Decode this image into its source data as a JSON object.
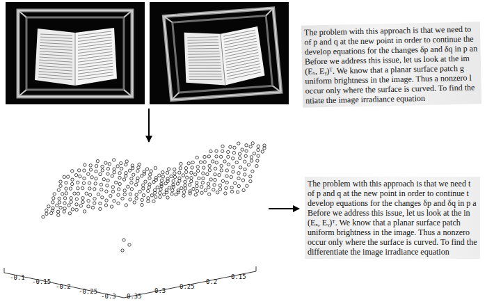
{
  "diagram": {
    "labels": [
      "-0.1",
      "-0.15",
      "-0.2",
      "-0.25",
      "-0.3",
      "0.35",
      "0.3",
      "0.25",
      "0.2",
      "0.15",
      "The problem with this approach is that we need to",
      "of p and q at the new point in order to continue the",
      "develop equations for the changes δp and δq in p an",
      "Before we address this issue, let us look at the im",
      "(Eₓ, Eᵧ)ᵀ. We know that a planar surface patch g",
      "uniform brightness in the image. Thus a nonzero l",
      "occur only where the surface is curved. To find the",
      "ntiate the image irradiance equation",
      "The problem with this approach is that we need t",
      "of p and q at the new point in order to continue t",
      "develop equations for the changes δp and δq in p a",
      "Before we address this issue, let us look at the in",
      "(Eₓ, Eᵧ)ᵀ. We know that a planar surface patch",
      "uniform brightness in the image. Thus a nonzero",
      "occur only where the surface is curved. To find the",
      "differentiate the image irradiance equation"
    ]
  }
}
